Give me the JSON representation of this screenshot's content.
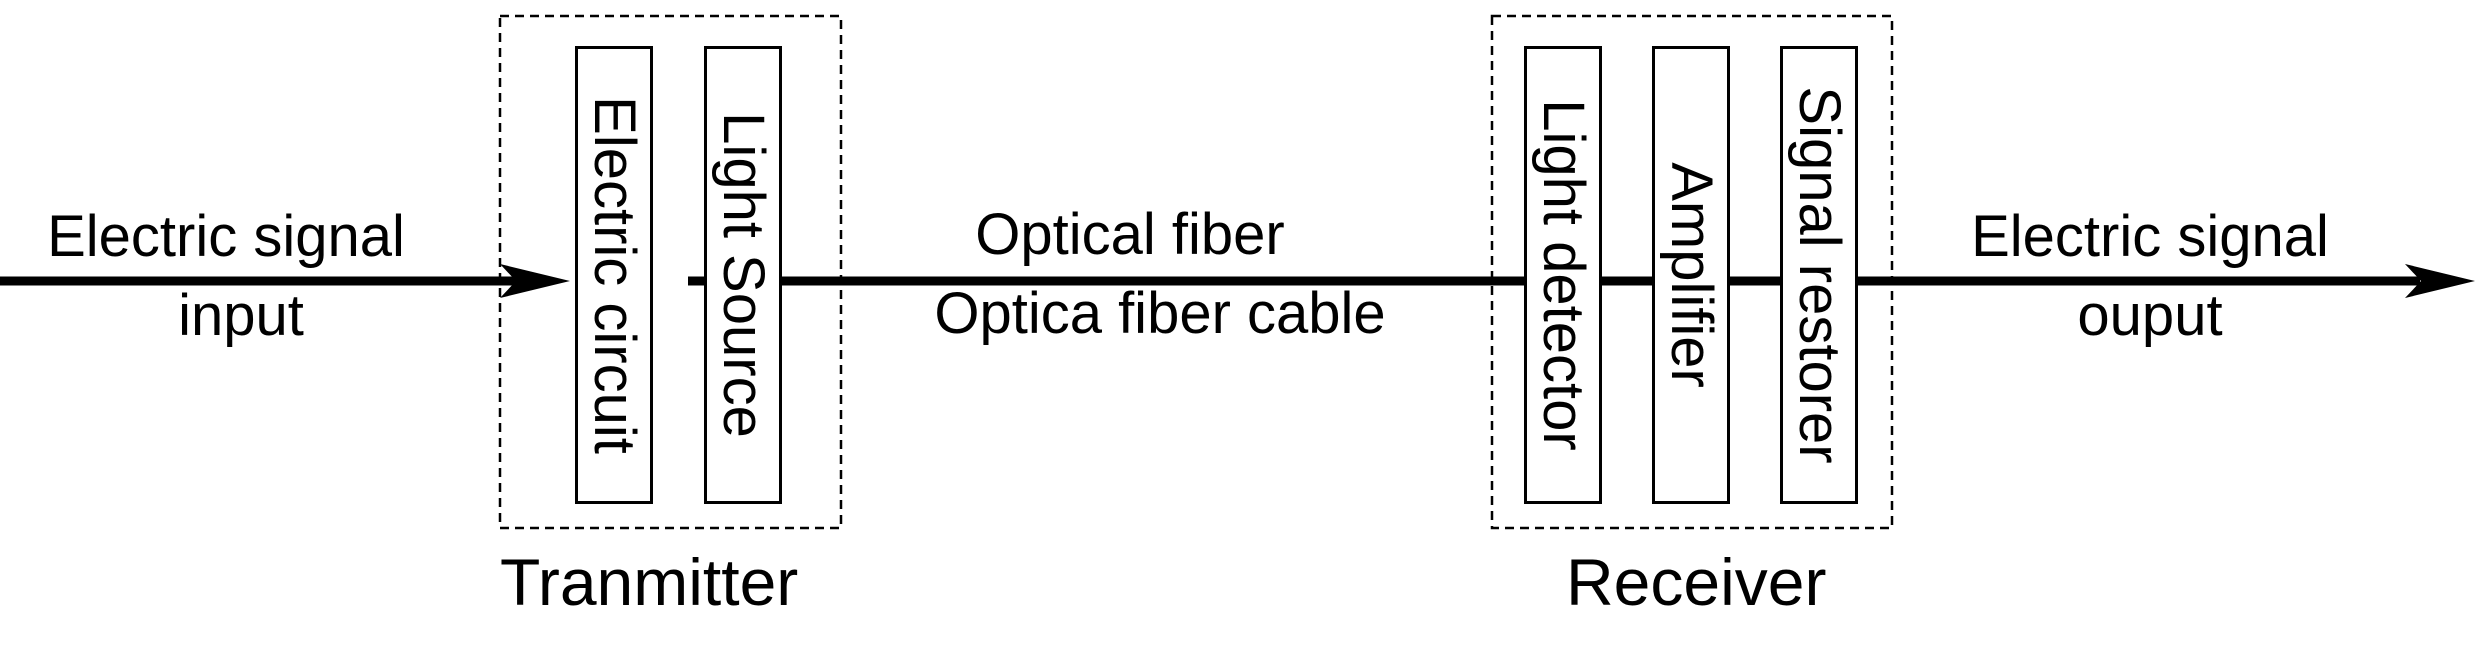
{
  "input_label": {
    "line1": "Electric signal",
    "line2": "input"
  },
  "output_label": {
    "line1": "Electric signal",
    "line2": "ouput"
  },
  "fiber_label": {
    "line1": "Optical fiber",
    "line2": "Optica fiber cable"
  },
  "transmitter": {
    "title": "Tranmitter",
    "blocks": [
      "Electric circuit",
      "Light Source"
    ]
  },
  "receiver": {
    "title": "Receiver",
    "blocks": [
      "Light detector",
      "Amplifier",
      "Signal restorer"
    ]
  }
}
